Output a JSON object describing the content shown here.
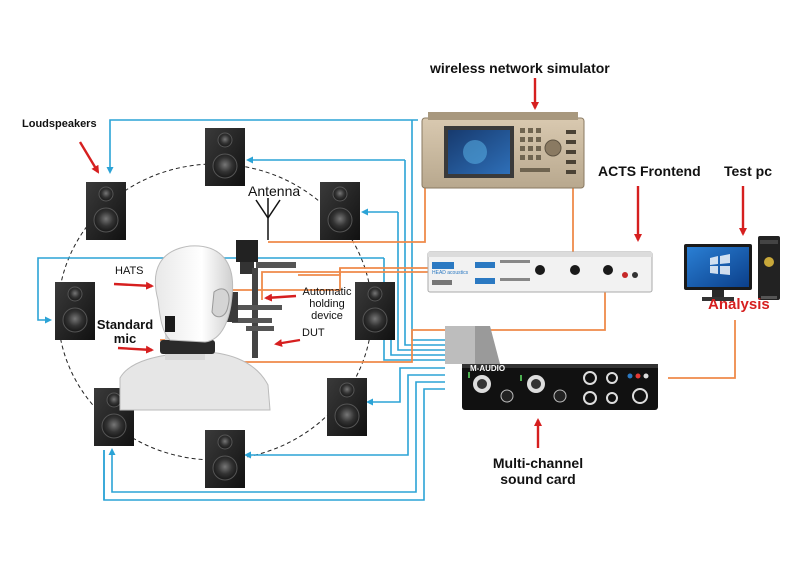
{
  "labels": {
    "wireless_simulator": "wireless network simulator",
    "acts_frontend": "ACTS Frontend",
    "test_pc": "Test pc",
    "loudspeakers": "Loudspeakers",
    "antenna": "Antenna",
    "hats": "HATS",
    "standard_mic_line1": "Standard",
    "standard_mic_line2": "mic",
    "auto_holding_line1": "Automatic",
    "auto_holding_line2": "holding",
    "auto_holding_line3": "device",
    "dut": "DUT",
    "analysis": "Analysis",
    "soundcard_line1": "Multi-channel",
    "soundcard_line2": "sound card",
    "soundcard_brand": "M-AUDIO",
    "frontend_brand": "HEAD acoustics"
  },
  "colors": {
    "blue_cable": "#2ba3d6",
    "orange_cable": "#ef8a4a",
    "arrow_red": "#d61f1f"
  }
}
